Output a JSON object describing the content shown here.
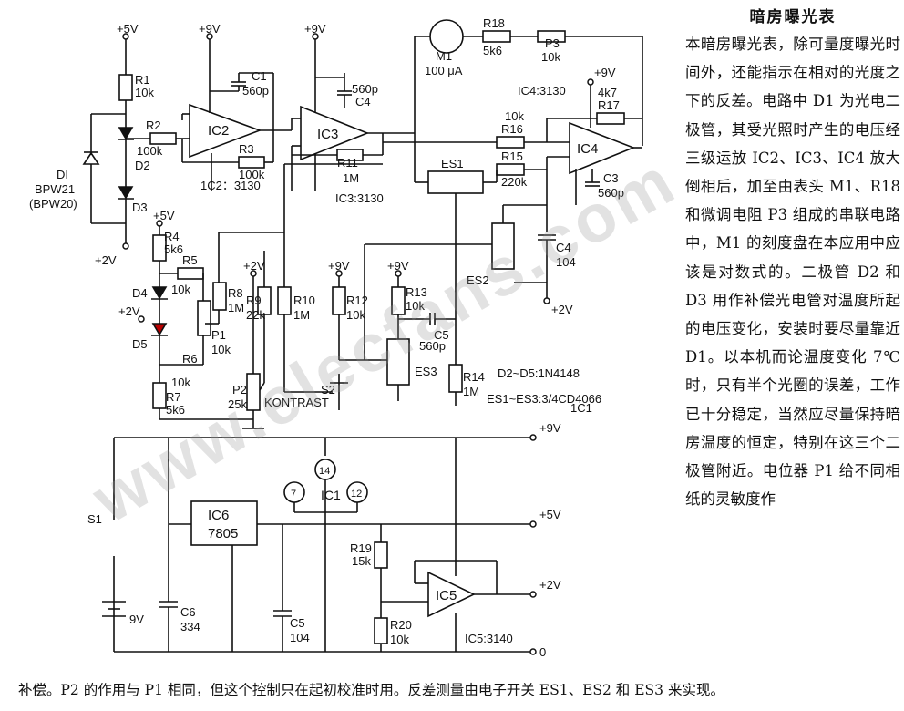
{
  "article": {
    "title": "暗房曝光表",
    "body": "本暗房曝光表，除可量度曝光时间外，还能指示在相对的光度之下的反差。电路中 D1 为光电二极管，其受光照时产生的电压经三级运放 IC2、IC3、IC4 放大倒相后，加至由表头 M1、R18 和微调电阻 P3 组成的串联电路中，M1 的刻度盘在本应用中应该是对数式的。二极管 D2 和 D3 用作补偿光电管对温度所起的电压变化，安装时要尽量靠近 D1。以本机而论温度变化 7℃ 时，只有半个光圈的误差，工作已十分稳定，当然应尽量保持暗房温度的恒定，特别在这三个二极管附近。电位器 P1 给不同相纸的灵敏度作",
    "tail": "补偿。P2 的作用与 P1 相同，但这个控制只在起初校准时用。反差测量由电子开关 ES1、ES2 和 ES3 来实现。"
  },
  "watermark": "www.elecfans.com",
  "schematic": {
    "rails": {
      "p5v": "+5V",
      "p9v": "+9V",
      "p2v": "+2V",
      "zero": "0"
    },
    "ics": {
      "ic2": "IC2",
      "ic3": "IC3",
      "ic4": "IC4",
      "ic5": "IC5",
      "ic6": "IC6",
      "ic6_type": "7805",
      "ic2_note": "1C2：3130",
      "ic3_note": "IC3:3130",
      "ic4_note": "IC4:3130",
      "ic5_note": "IC5:3140",
      "ic1": "IC1",
      "ic1_note": "1C1",
      "es1": "ES1",
      "es2": "ES2",
      "es3": "ES3"
    },
    "resistors": {
      "r1": "R1",
      "r1v": "10k",
      "r2": "R2",
      "r2v": "100k",
      "r3": "R3",
      "r3v": "100k",
      "r4": "R4",
      "r4v": "5k6",
      "r5": "R5",
      "r5v": "10k",
      "r6": "R6",
      "r6v": "10k",
      "r7": "R7",
      "r7v": "5k6",
      "r8": "R8",
      "r8v": "1M",
      "r9": "R9",
      "r9v": "22k",
      "r10": "R10",
      "r10v": "1M",
      "r11": "R11",
      "r11v": "1M",
      "r12": "R12",
      "r12v": "10k",
      "r13": "R13",
      "r13v": "10k",
      "r14": "R14",
      "r14v": "1M",
      "r15": "R15",
      "r15v": "220k",
      "r16": "R16",
      "r16v": "10k",
      "r17": "R17",
      "r17v": "4k7",
      "r18": "R18",
      "r18v": "5k6",
      "r19": "R19",
      "r19v": "15k",
      "r20": "R20",
      "r20v": "10k"
    },
    "pots": {
      "p1": "P1",
      "p1v": "10k",
      "p2": "P2",
      "p2v": "25k",
      "p2name": "KONTRAST",
      "p3": "P3",
      "p3v": "10k"
    },
    "caps": {
      "c1": "C1",
      "c1v": "560p",
      "c4a": "C4",
      "c4av": "560p",
      "c3": "C3",
      "c3v": "560p",
      "c4b": "C4",
      "c4bv": "104",
      "c5a": "C5",
      "c5av": "560p",
      "c5b": "C5",
      "c5bv": "104",
      "c6": "C6",
      "c6v": "334"
    },
    "diodes": {
      "d1": "DI",
      "d1t": "BPW21",
      "d1t2": "(BPW20)",
      "d2": "D2",
      "d3": "D3",
      "d4": "D4",
      "d5": "D5"
    },
    "meter": {
      "m1": "M1",
      "m1v": "100 μA"
    },
    "switches": {
      "s1": "S1",
      "s2": "S2",
      "battery": "9V"
    },
    "notes": {
      "diodes": "D2~D5:1N4148",
      "es": "ES1~ES3:3/4CD4066"
    },
    "pins": {
      "p14": "14",
      "p7": "7",
      "p12": "12"
    }
  }
}
